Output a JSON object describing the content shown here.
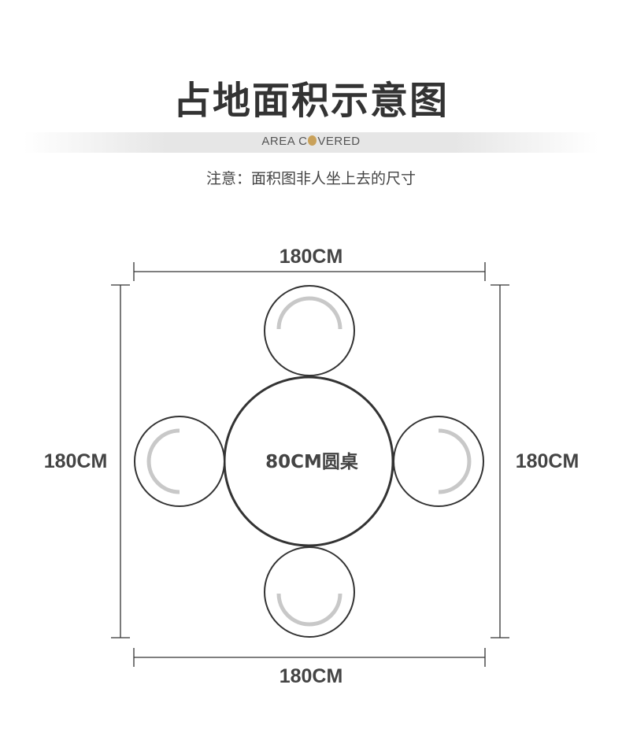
{
  "header": {
    "title": "占地面积示意图",
    "subtitle_pre": "AREA C",
    "subtitle_post": "VERED",
    "note": "注意：面积图非人坐上去的尺寸"
  },
  "diagram": {
    "top_dimension": "180CM",
    "bottom_dimension": "180CM",
    "left_dimension": "180CM",
    "right_dimension": "180CM",
    "table_label": "80CM圆桌",
    "colors": {
      "line": "#333333",
      "seat_arc": "#c8c8c8",
      "accent": "#c9a15a",
      "text": "#444444"
    }
  }
}
